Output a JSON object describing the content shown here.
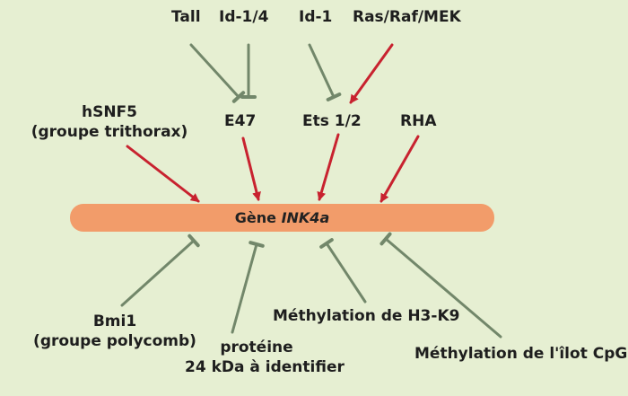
{
  "colors": {
    "background": "#e6efd2",
    "gene_bar": "#f29c6a",
    "activator": "#c8222f",
    "repressor": "#72876a"
  },
  "gene": {
    "prefix": "Gène",
    "name": "INK4a"
  },
  "labels": {
    "tall": "Tall",
    "id14": "Id-1/4",
    "id1": "Id-1",
    "rasrafmek": "Ras/Raf/MEK",
    "hsnf5": "hSNF5",
    "trithorax": "(groupe trithorax)",
    "e47": "E47",
    "ets12": "Ets 1/2",
    "rha": "RHA",
    "bmi1": "Bmi1",
    "polycomb": "(groupe polycomb)",
    "proteine": "protéine",
    "kda": "24 kDa à identifier",
    "h3k9": "Méthylation de H3-K9",
    "cpg": "Méthylation de l'îlot CpG"
  }
}
